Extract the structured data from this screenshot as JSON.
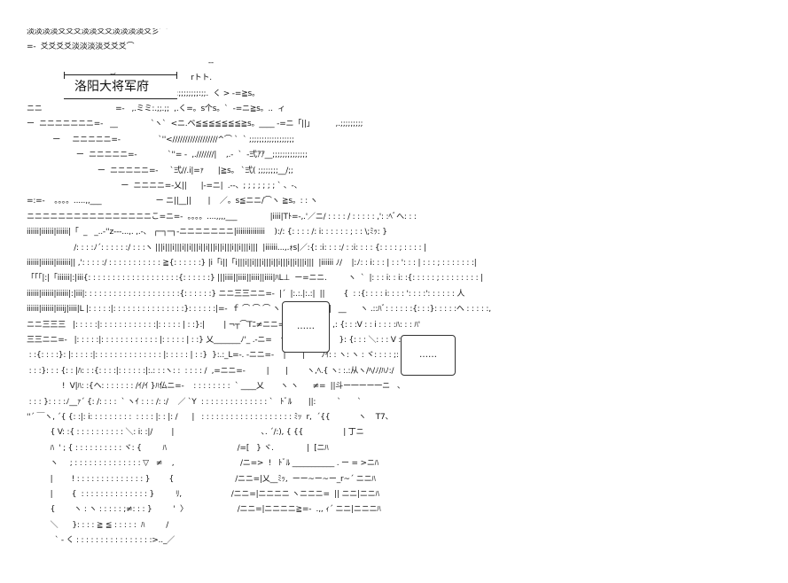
{
  "title": "洛阳大将军府",
  "bubbles": {
    "left_text": "……",
    "right_text": "……"
  },
  "art_lines": [
    "淡淡淡淡爻爻爻淡淡爻爻淡淡淡淡爻彡⌒",
    "=-  爻爻爻爻淡淡淡淡爻爻爻⌒",
    "                                                                             --",
    "                                   爻              ,.-..-.,         rトト.",
    "                                   爻 爻.:爻爻爻爻 ⌒:;;;;;;;;;:;;.  く > -=≧s。",
    "ニニ                               =-   ,.ミミ:.;;.;;  ,.く=。s个s。`  -=ニ≧s。..  ィ",
    "ー  ニニニニニニニ=-   __              `ヽ`  <ニ.ベ≦≦≦≦≦≦≦≧s。____ -=ニ「||」         ,.;;;;;;;;;",
    "           ー     ニニニニニ=-                `''<//////////////////^⌒ `  ` ;;;;;;;;;;;;;;;;;;",
    "                     ー  ニニニニニ=-             `''= -  ,.///////|    ,.-  `  -弍ｱｱ__;;;;;;;;;;;;;;",
    "                              ー  ニニニニニ=-     `弍//.i|=ｧ      |≧s。 `弍( ;;;;;;;;__/;;",
    "                                        ー  ニニニニ=-乂||      |-=ニ|  .--、; ; ; ; ; ; ; ` 、-、",
    "=:=-    。。。。.....,,___                       ー ニ||__||       |    ／。s≦ニニ/⌒ヽ ≧s。: : ヽ",
    "ニニニニニニニニニニニニニニニニこ=ニ=-  。。。。....,,,,___              |iiii|Tﾄ=-,.'／ニ/ : : : : / : : : : : ,': :ﾍﾞへ: : :",
    "iiiiii|iiiiii|iiiiii|「  _   _..-''z---...,. ,.-、 ┌─┐─┐-ニニニニニニニ|iiiiiiiiiiiiii    ):/: {: : : : /: i: : : : : : ; : : \\;ﾐｯ: }",
    "                    /: : : :ﾉ´: : : : : :/ : : :ヽ |||i|||i|||i||i|||i||i|||i||i|||i||i|||i|||  |iiiiii...,.ｫs|／:{: :i: : : :/ : :i: : : : {: : : : ; : : : : |",
    "iiiiii|iiiiii|iiiiiii|| ,': : : : :/ : : : : : : : : : : : ≧{: : : : : :} |i「i||「i|||i||i|||i|||i||i|||i||i|||i|||  |iiiiii ﾉ/    |:ﾉ: : i: : : | : : ': : : | : : : ; : : : : : : :|",
    "「「「|:|「iiiiii|:|iii{: : : : : : : : : : : : : : : : : : :{: : : : : :} |||iiii||iiii||iiii||iiii|ﾊL⊥  ー=ニニ.         ヽ  `  |: : : i: : i: :{: : : : : ; : : : : : : : : |",
    "iiiiii|iiiiii|iiiiii|:|iii|: : : : : : : : : : : : : : : : : : : :{: : : : : :} ニニ三三ニニ=-  |´  |:.:.|:.:|  ||        {  : :{: : : : i: : : : ': : : :': : : : : : 人",
    "iiiiii|iiiiii|iiiij|iiii|L |: : : : :|: : : : : : : : : : : : : : :}: : : : : :|=-  ｆ ⌒ ⌒ ⌒ ヽ ｲ: :ｨ: ,ﾉ |丁| ||   __      ヽ .::ﾊﾞ: : : : : :{: : :}: : : : :ヘ : : : : :,",
    "ニニ三三三   |: : : : :|: : : : : : : : : : : :|: : : : : | : :}:|        | ¬┬⌒Tﾆ≠ニニ=-        }: i: : : ,: {: : :V : : i : : : :ﾊ: : : ﾊ'",
    "三三ニニ=-   |: : : : :|: : : : : : : : : : : : |: : : : : | : :} 乂_______ﾉ'_ .-ニ=   ｆ⌒⌒⌒ヽ         }: {: : : ＼: : : V : : : : i: : : : : : |",
    " : :{: : : :}: |: : : : :|: : : : : : : : : : : : : : |: : : : : | : :}  }:.:_L=-. -ニニ=-    |       |       ﾉｲ: : ヽ: ヽ : ヾ: : : : ;: : : :}: : /",
    " : : :}: : : {: : |ﾊ: : :{: : : :|: : : : : :|:.: : :ヽ: :  : : : : /  ,=ニニ=-         |       |        ヽ,ﾍ.{ ヽ: :.:从ヽ/ﾍ/ﾉ/ﾊﾉ:/",
    "               !  V|ﾊ: :{ヘ: : : : : : : /ｲ/ｲ }ﾊ仏ニ=-    : : : : : : : :  ` ____乂       ヽ ヽ      ≠=  ||斗ー一ーー一ニ   、",
    " : : : }: : : :ﾉ__ｧ´ {: /: : : :  ` ヽｲ : : : /: :/    ／ `Y  : : : : : : : : : : : : : : `   ﾄﾞﾙ       ||:         `       `",
    "''´ ￣ヽ, ´{ {: :|: i: : : : : : : : :  : : : : |: : |: /      |   : : : : : : : : : : : : : : : : : : : ﾐｯ  r,  ´{{            ヽ    T7、",
    "          { V: :{ : : : : : : : : : : ＼: i: :|/        |                                     ､. ´/:), { {{                 | 丁ニ",
    "          ﾊ  ' ; { : : : : : : : : : : ヾ: {         ﾊ                              /=[   } ヾ.              |  [ニﾊ",
    "          ヽ     ; : : : : : : : : : : : : : : ▽   ≠    ,                            /ニ=>  !   ﾄﾞﾙ ___________ . ー = >ニﾊ",
    "          |        ! : : : : : : : : : : : : : : }        {                          /ニニ=|乂__ﾐｯ,  ーー~ー~ー_r~´ ニニﾊ",
    "          |        {  : : : : : : : : : : : : : : }         ﾘ,                     /ニニ=|ニニニニ ヽニニニ=  || ニニ|ニニﾊ",
    "          {        ヽ : ヽ : : : : : ;≠: : : }         '  〉                     /ニニ=|ニニニニ≧=-  .,, ｨ´ ニニ|ニニニﾊ",
    "          ＼      }: : : : ≧ ≦ : : : : :  ﾊ         /",
    "            ` - く : : : : : : : : : : : : : : : :>.._／"
  ]
}
